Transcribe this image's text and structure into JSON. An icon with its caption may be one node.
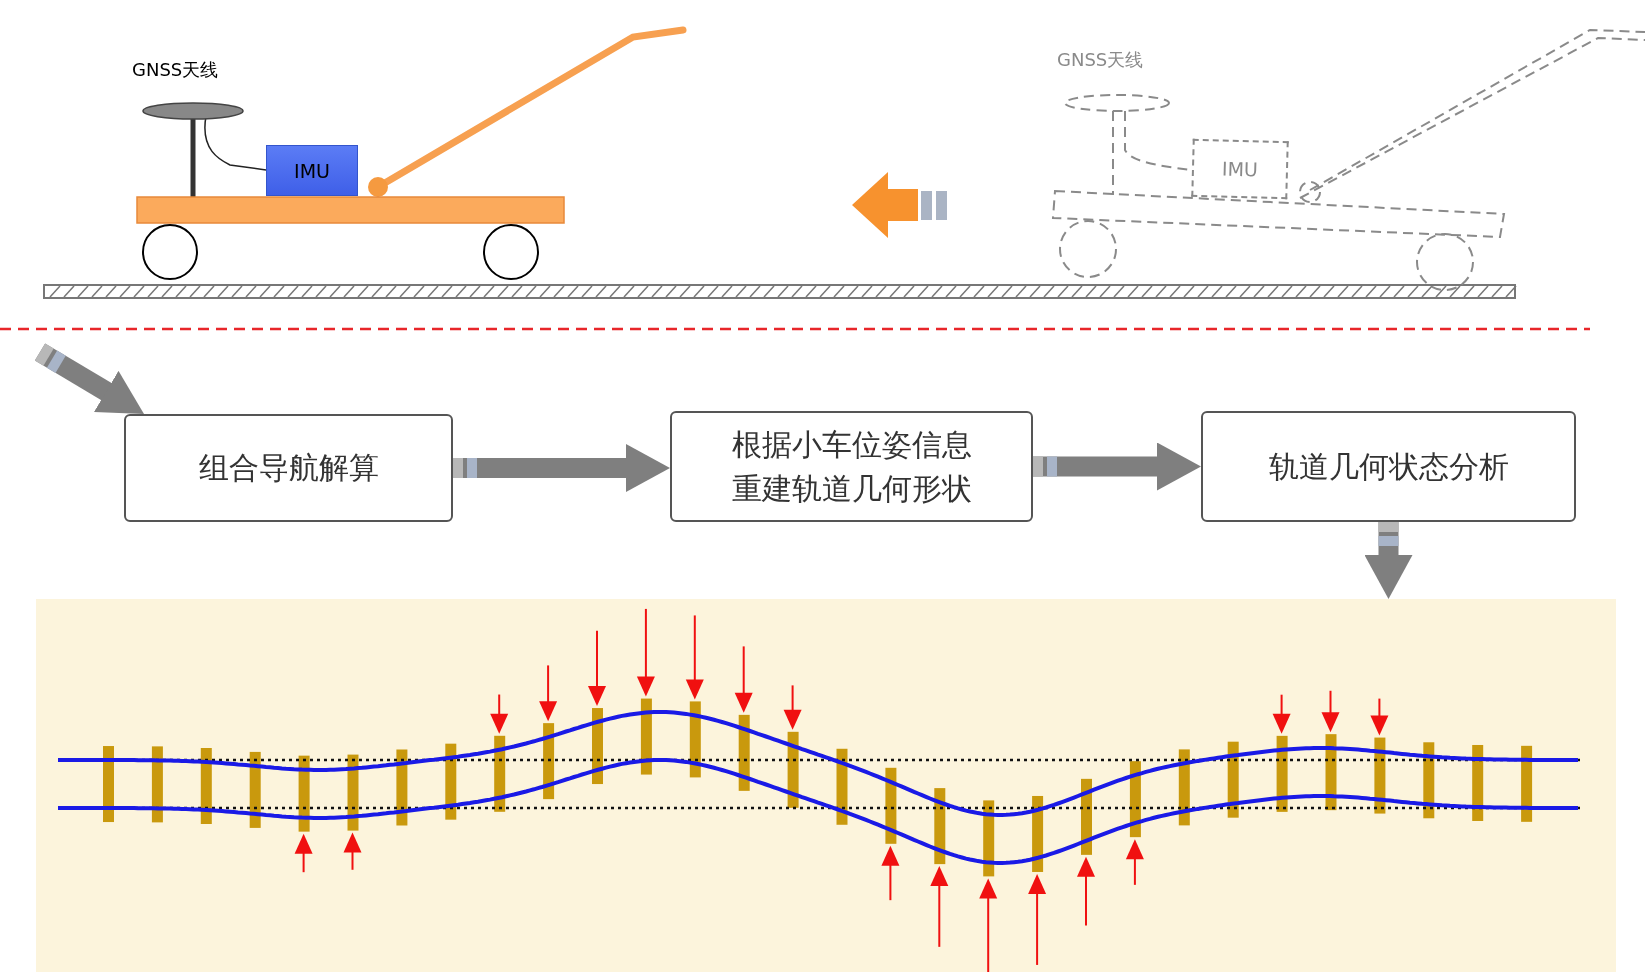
{
  "diagram": {
    "nodes": [
      {
        "text": [
          "IMU"
        ]
      },
      {
        "text": [
          "IMU"
        ]
      },
      {
        "text": [
          "组合导航解算"
        ]
      },
      {
        "text": [
          "根据小车位姿信息重建轨道几何形状"
        ]
      },
      {
        "text": [
          "轨道几何状态分析"
        ]
      },
      {
        "text": [],
        "shape": "picture"
      }
    ],
    "edges": [
      {
        "from": null,
        "to": 2,
        "arrow": "to"
      },
      {
        "from": 2,
        "to": 3,
        "arrow": "to"
      },
      {
        "from": 3,
        "to": 4,
        "arrow": "to"
      },
      {
        "from": 4,
        "to": 5,
        "arrow": "to"
      }
    ],
    "labels": [
      "GNSS天线",
      "GNSS天线"
    ]
  }
}
